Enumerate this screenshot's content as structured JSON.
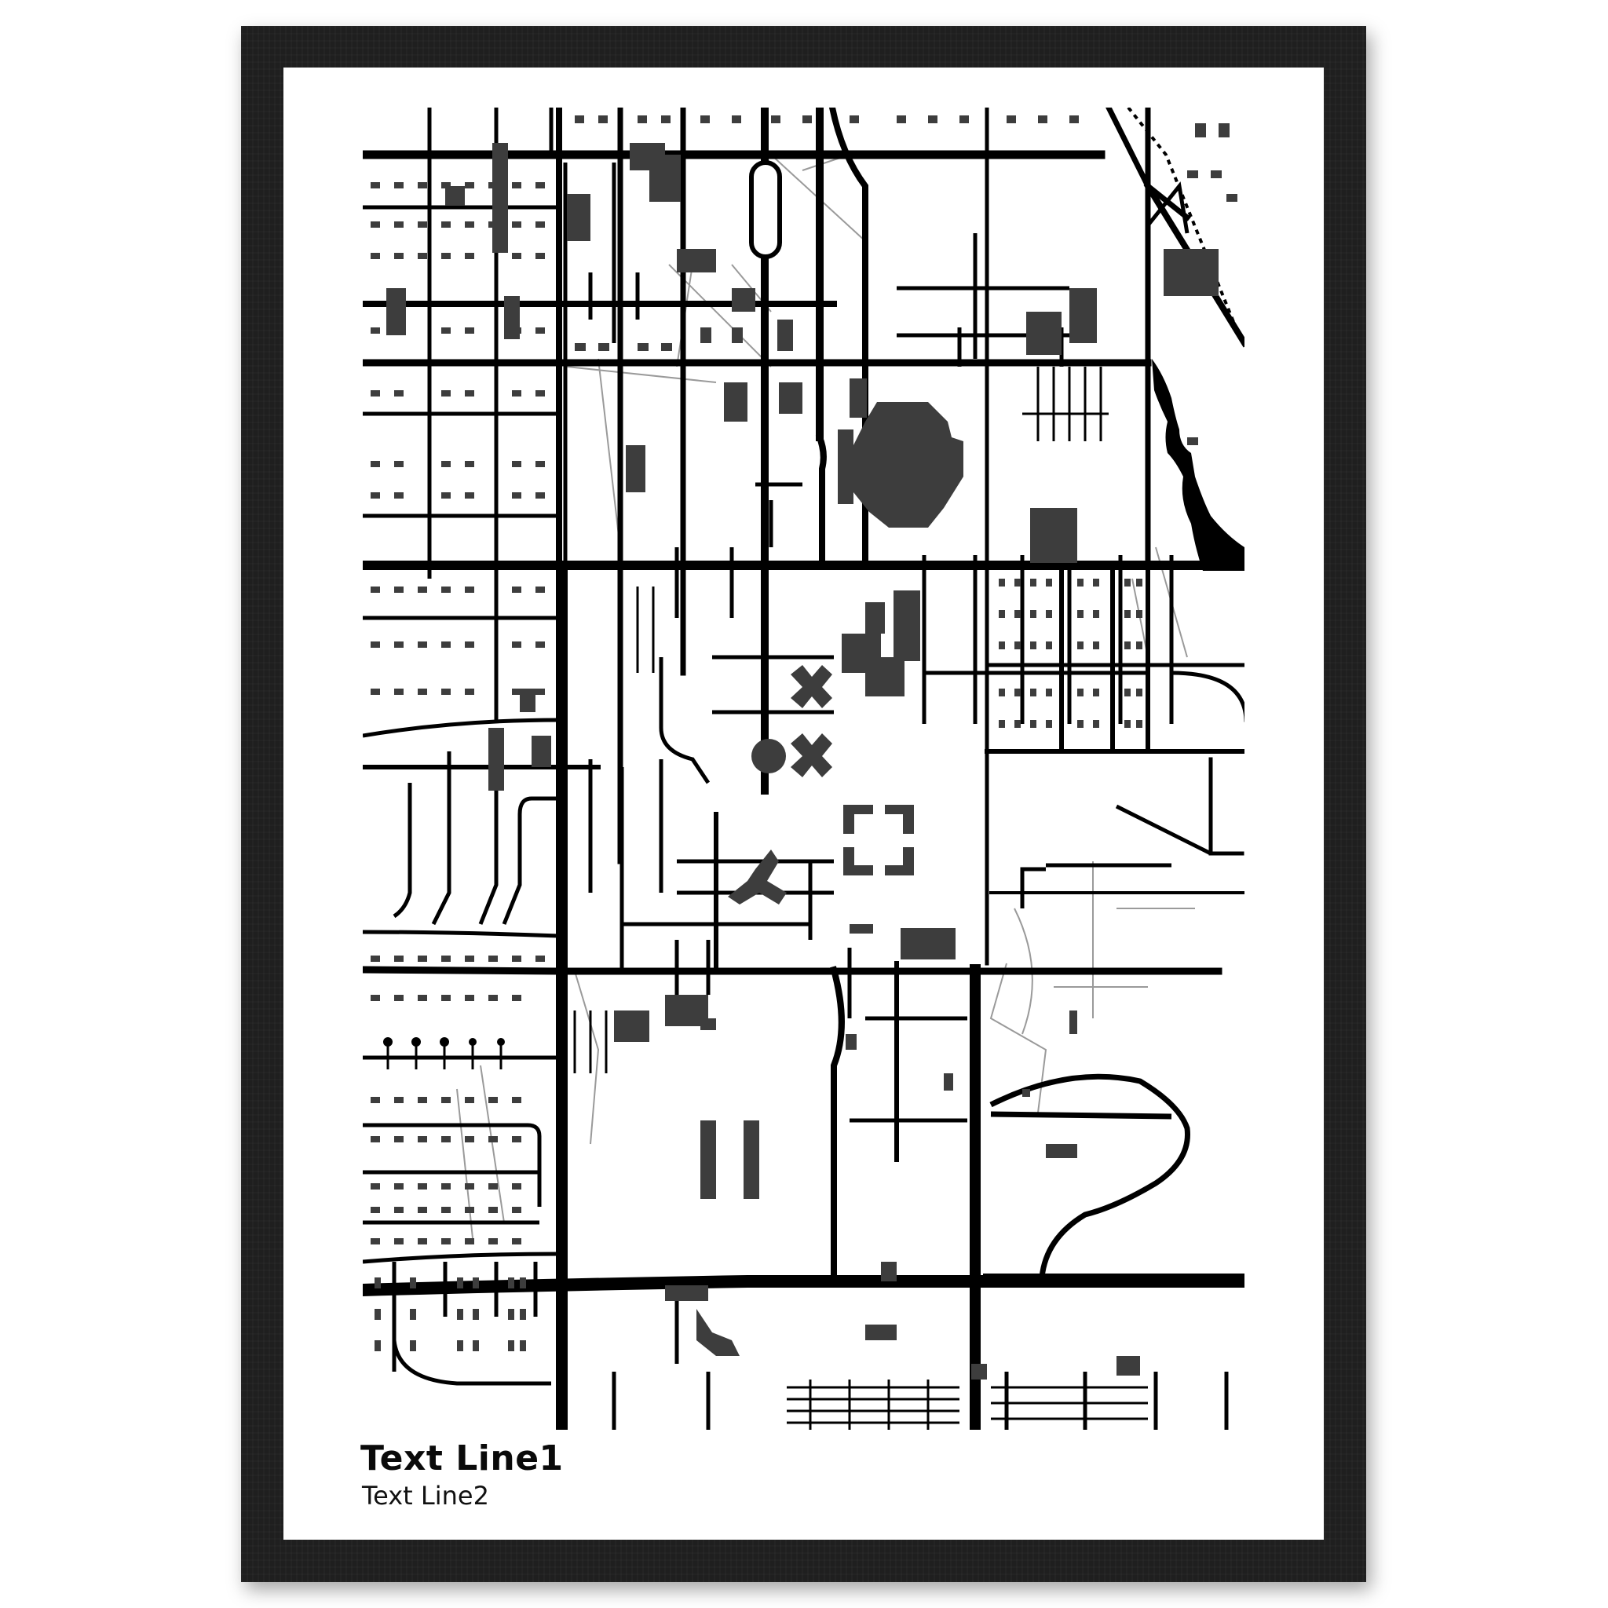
{
  "poster": {
    "title": "Text Line1",
    "subtitle": "Text Line2"
  },
  "frame": {
    "color": "#1f1f1f",
    "mat_color": "#ffffff"
  },
  "map": {
    "style": "black-and-white street map",
    "road_color": "#000000",
    "building_color": "#3d3d3d",
    "path_color": "#8a8a8a",
    "background_color": "#ffffff",
    "landmarks": [
      "stadium",
      "oval-track",
      "x-shaped-buildings",
      "y-shaped-building",
      "courtyard-blocks",
      "river",
      "railway",
      "curved-road"
    ]
  }
}
